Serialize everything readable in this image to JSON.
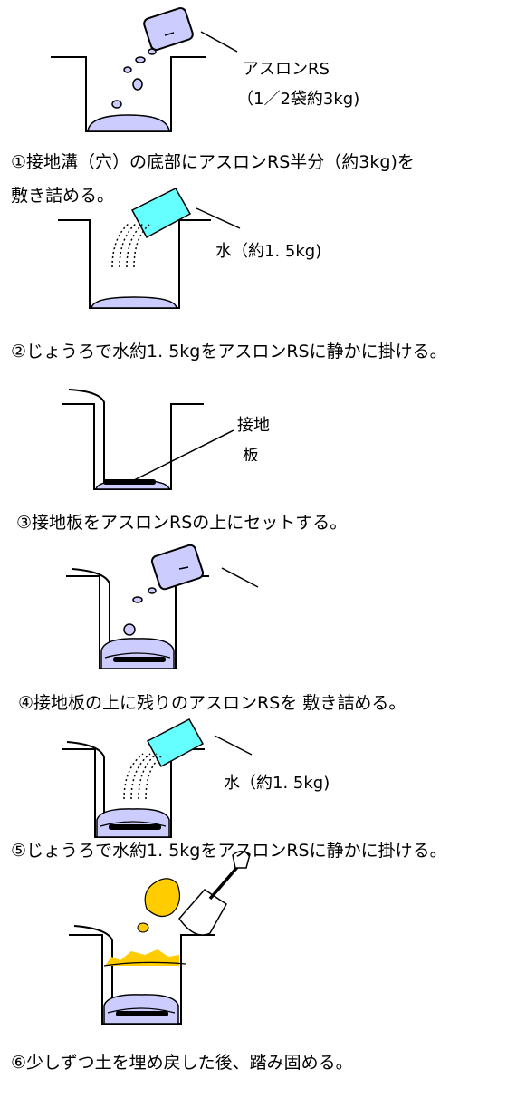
{
  "colors": {
    "powder": "#ccccff",
    "water_can": "#66ffff",
    "soil": "#ffcc00",
    "plate": "#000000",
    "line": "#000000"
  },
  "steps": [
    {
      "label_main": "アスロンRS",
      "label_sub": "（1／2袋約3kg)",
      "caption_line1": "①接地溝（穴）の底部にアスロンRS半分（約3kg)を",
      "caption_line2": "敷き詰める。"
    },
    {
      "label": "水（約1. 5kg)",
      "caption": "②じょうろで水約1. 5kgをアスロンRSに静かに掛ける。"
    },
    {
      "label_line1": "接地",
      "label_line2": "板",
      "caption": "③接地板をアスロンRSの上にセットする。"
    },
    {
      "caption": "④接地板の上に残りのアスロンRSを 敷き詰める。"
    },
    {
      "label": "水（約1. 5kg)",
      "caption": "⑤じょうろで水約1. 5kgをアスロンRSに静かに掛ける。"
    },
    {
      "caption": "⑥少しずつ土を埋め戻した後、踏み固める。"
    }
  ]
}
